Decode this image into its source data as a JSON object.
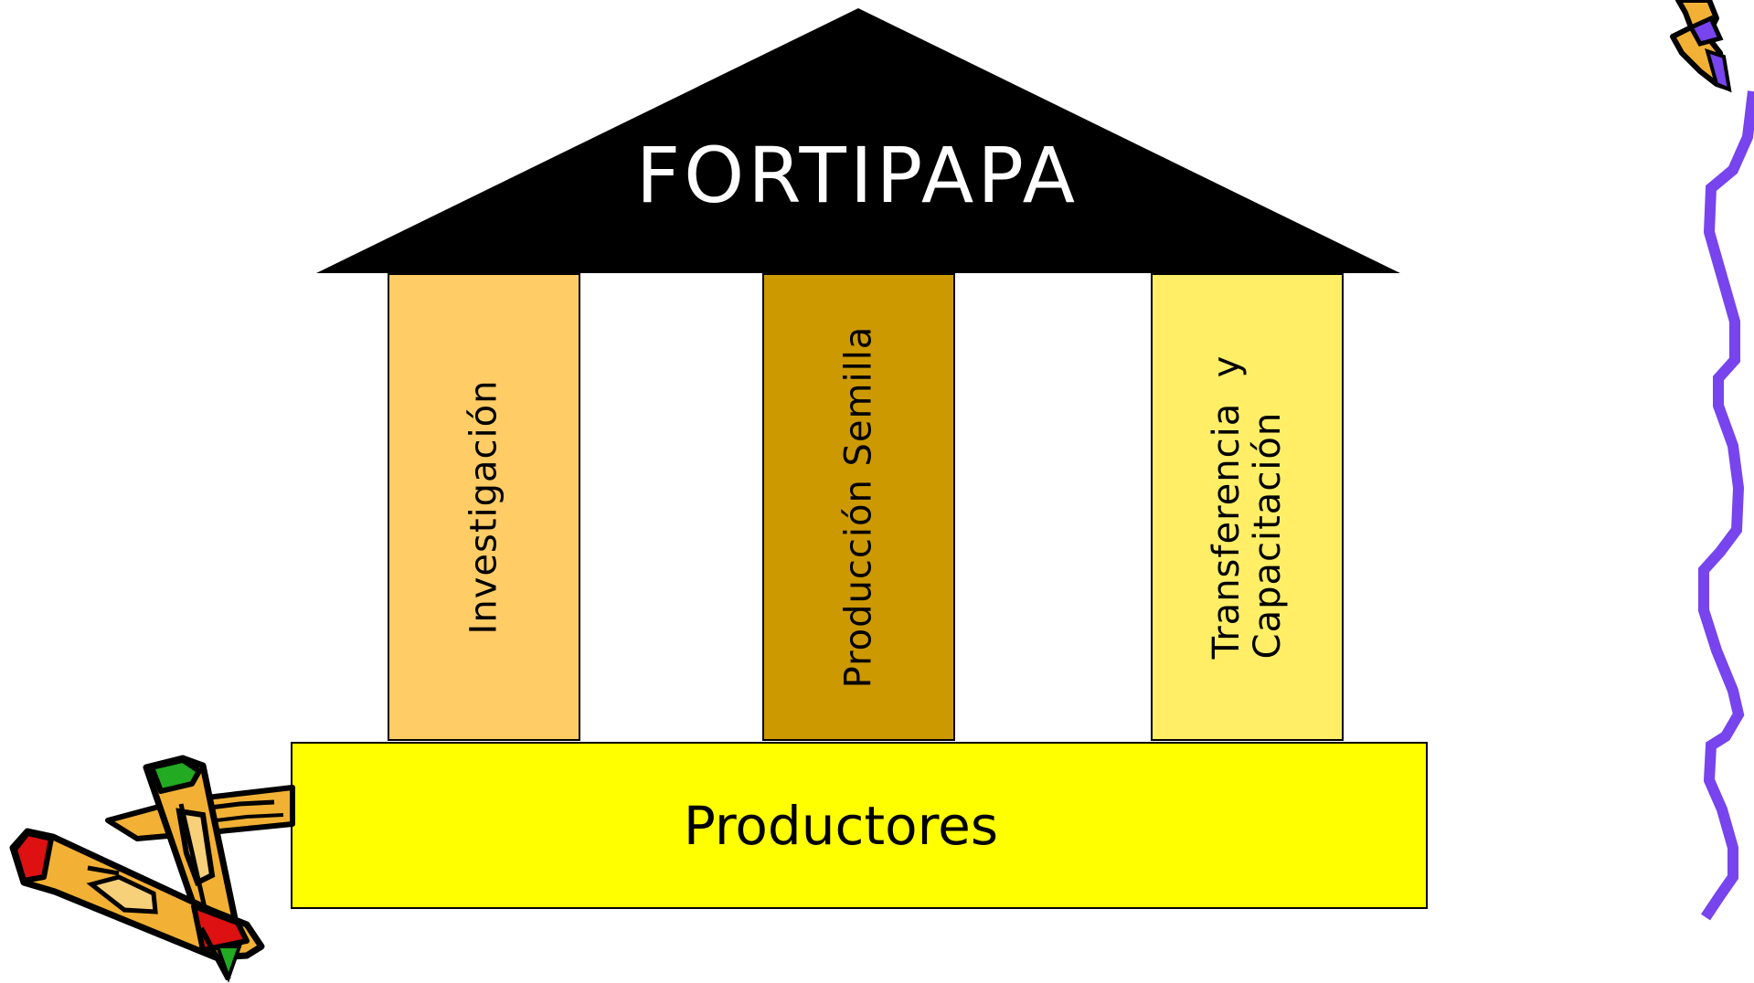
{
  "diagram": {
    "roof_title": "FORTIPAPA",
    "pillars": [
      {
        "label": "Investigación",
        "color": "#ffcc66"
      },
      {
        "label": "Producción Semilla",
        "color": "#cc9900"
      },
      {
        "label": "Transferencia  y\nCapacitación",
        "color": "#ffee66"
      }
    ],
    "base_label": "Productores",
    "base_color": "#ffff00",
    "roof_color": "#000000"
  },
  "decorations": {
    "left": "pencils-clipart",
    "right": "pencil-squiggle-clipart",
    "squiggle_color": "#7744ee"
  }
}
